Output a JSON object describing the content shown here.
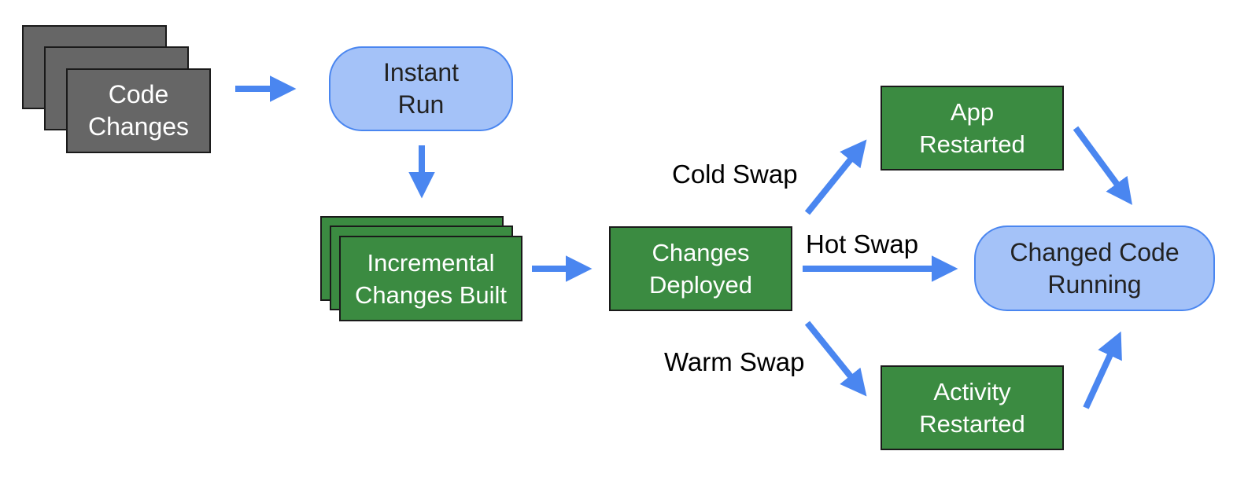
{
  "nodes": {
    "code_changes": "Code\nChanges",
    "instant_run": "Instant\nRun",
    "incremental_changes_built": "Incremental\nChanges Built",
    "changes_deployed": "Changes\nDeployed",
    "app_restarted": "App\nRestarted",
    "changed_code_running": "Changed Code\nRunning",
    "activity_restarted": "Activity\nRestarted"
  },
  "edge_labels": {
    "cold_swap": "Cold Swap",
    "hot_swap": "Hot Swap",
    "warm_swap": "Warm Swap"
  },
  "colors": {
    "arrow": "#4a86f0",
    "process_box": "#3b8b41",
    "source_box": "#666666",
    "state_box": "#a4c2f8"
  }
}
